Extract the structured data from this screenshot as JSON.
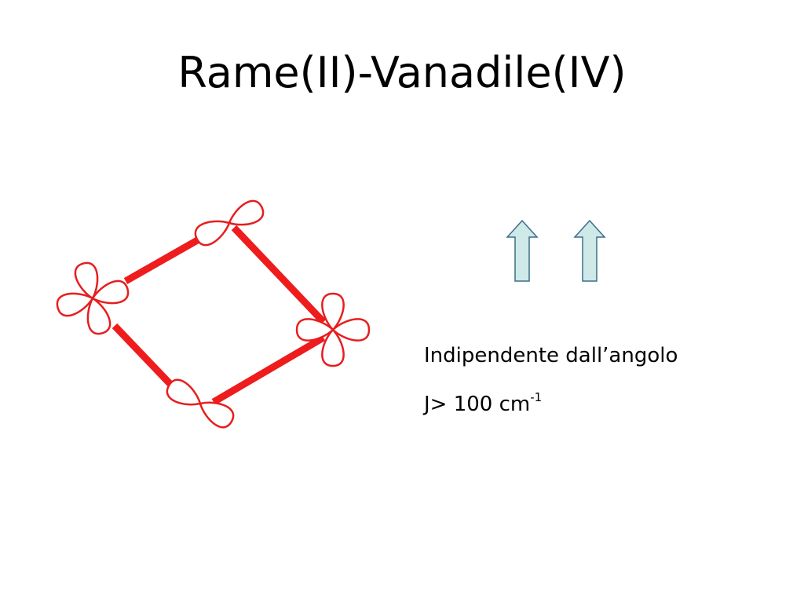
{
  "slide": {
    "title": "Rame(II)-Vanadile(IV)",
    "caption_line1": "Indipendente dall’angolo",
    "caption_line2_main": "J> 100 cm",
    "caption_line2_exponent": "-1"
  },
  "colors": {
    "bond": "#ee1c1c",
    "orbital_stroke": "#e61e1e",
    "orbital_fill": "#ffffff",
    "arrow_fill": "#cfe8e8",
    "arrow_stroke": "#3c6e8c",
    "text": "#000000"
  }
}
